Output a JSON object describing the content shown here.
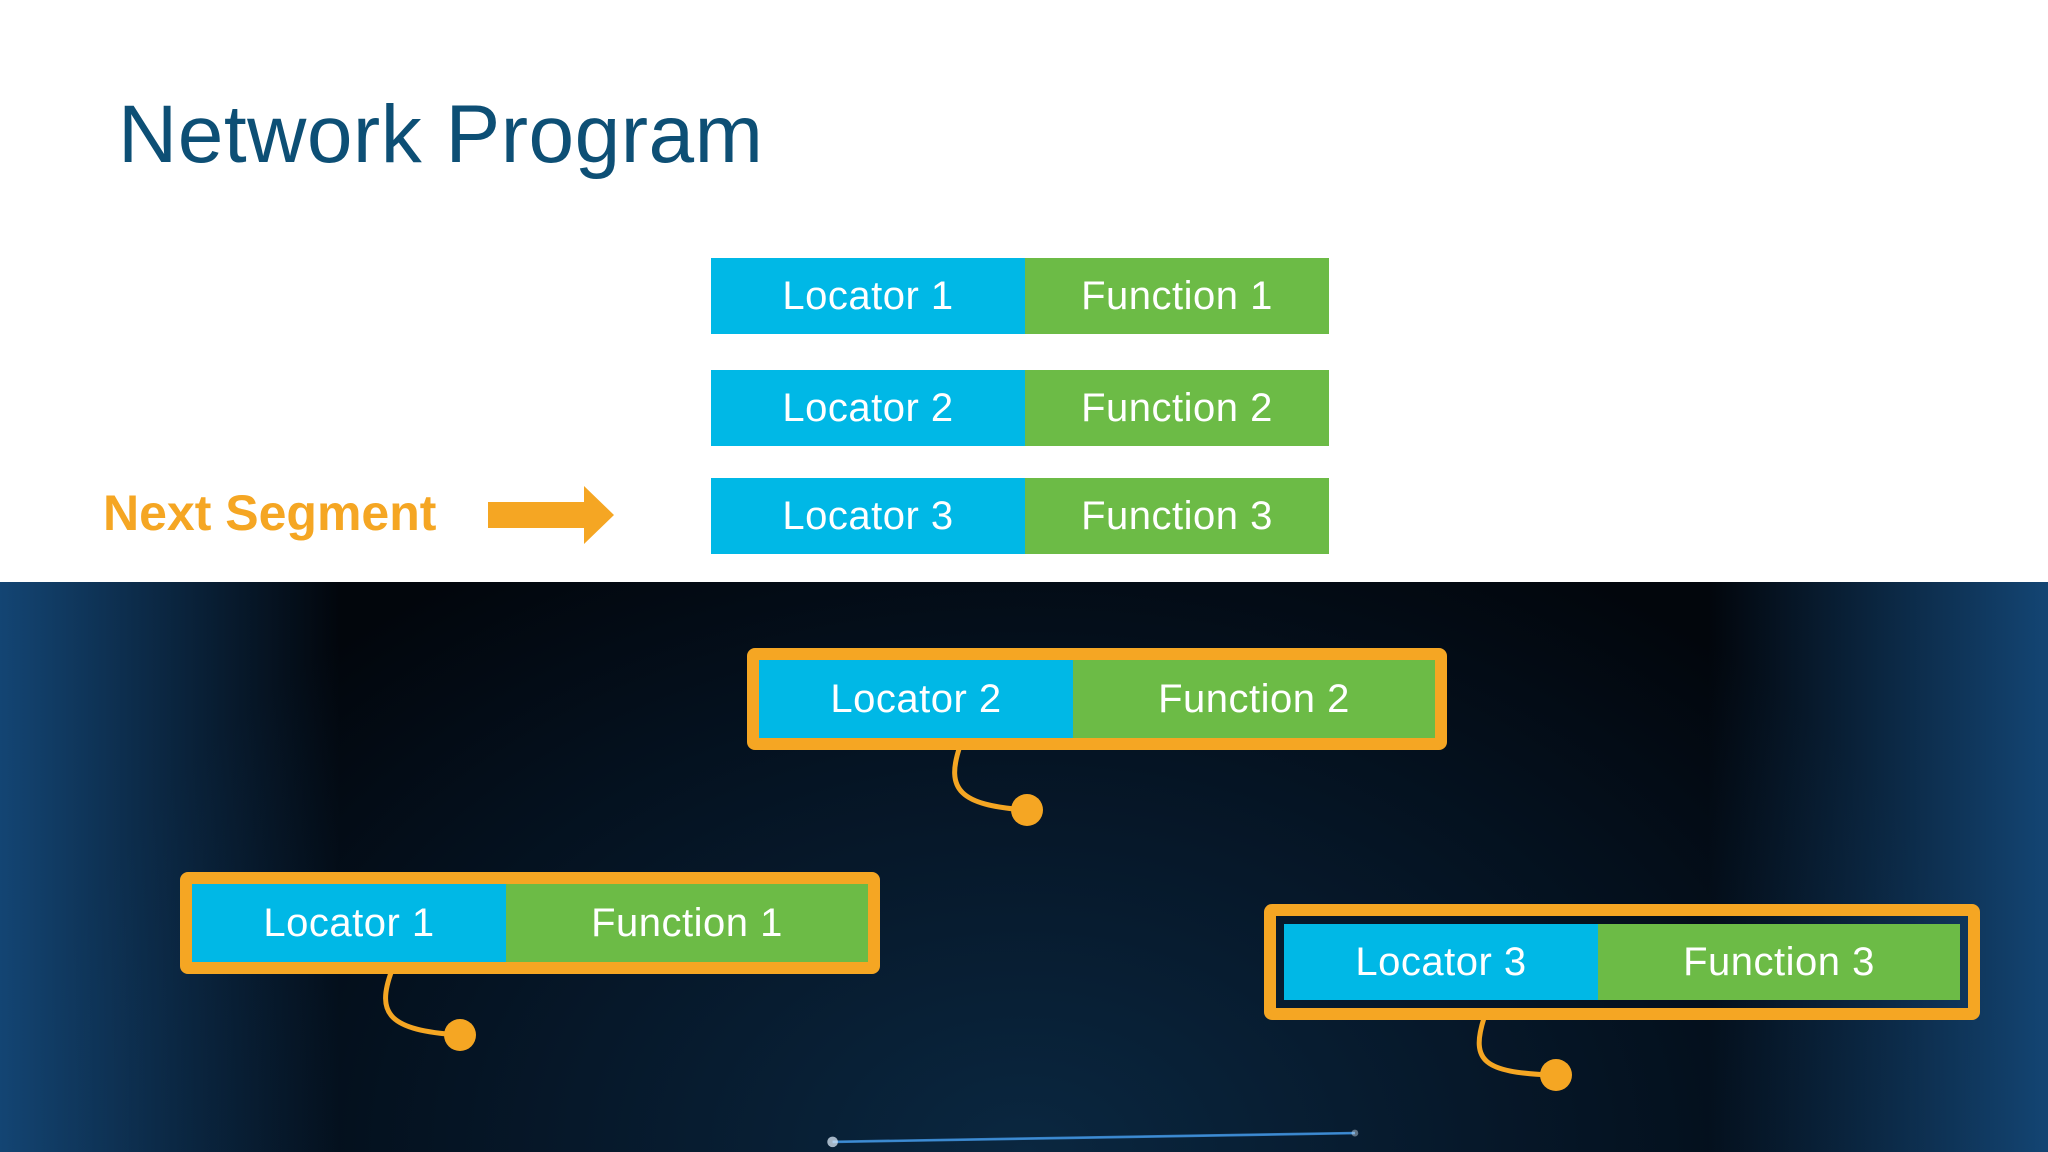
{
  "title": "Network Program",
  "program": [
    {
      "locator": "Locator 1",
      "function": "Function 1"
    },
    {
      "locator": "Locator 2",
      "function": "Function 2"
    },
    {
      "locator": "Locator 3",
      "function": "Function 3"
    }
  ],
  "next_segment_label": "Next Segment",
  "nodes": [
    {
      "locator": "Locator 2",
      "function": "Function 2"
    },
    {
      "locator": "Locator 1",
      "function": "Function 1"
    },
    {
      "locator": "Locator 3",
      "function": "Function 3"
    }
  ],
  "colors": {
    "title": "#0d4f75",
    "locator": "#00b8e6",
    "function": "#6cbb46",
    "accent": "#f5a623",
    "mesh": "#3f8fd8"
  }
}
